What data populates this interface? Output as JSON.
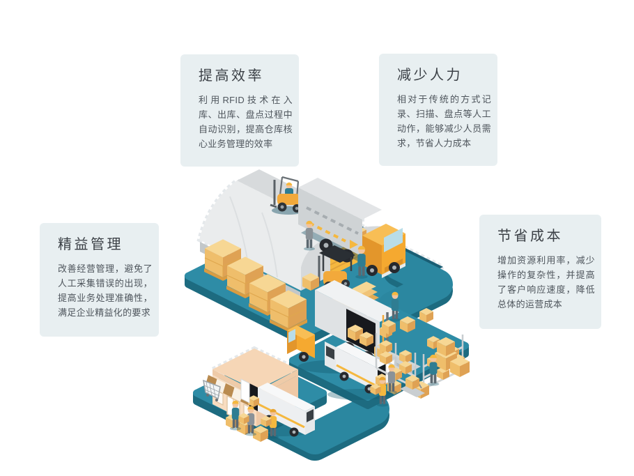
{
  "cards": [
    {
      "id": "improve-efficiency",
      "title": "提高效率",
      "body": "利用RFID技术在入库、出库、盘点过程中自动识别，提高仓库核心业务管理的效率"
    },
    {
      "id": "reduce-manpower",
      "title": "减少人力",
      "body": "相对于传统的方式记录、扫描、盘点等人工动作，能够减少人员需求，节省人力成本"
    },
    {
      "id": "lean-management",
      "title": "精益管理",
      "body": "改善经营管理，避免了人工采集错误的出现，提高业务处理准确性，满足企业精益化的要求"
    },
    {
      "id": "save-cost",
      "title": "节省成本",
      "body": "增加资源利用率，减少操作的复杂性，并提高了客户响应速度，降低总体的运营成本"
    }
  ],
  "illustration": {
    "name": "isometric-warehouse-logistics-scene",
    "components": [
      "warehouse-building",
      "cargo-truck",
      "box-truck",
      "forklifts",
      "pallet-box-stacks",
      "storage-racks",
      "delivery-vans",
      "retail-store",
      "warehouse-workers",
      "connecting-roads",
      "shopping-basket",
      "weighing-scale"
    ],
    "palette": {
      "platform_teal": "#2E8CA6",
      "platform_side": "#1D6B80",
      "road_teal": "#2B87A0",
      "dark_strip": "#1A5E74",
      "accent_orange": "#F2A93B",
      "box_yellow_top": "#F7D794",
      "box_yellow_left": "#EFBE6B",
      "box_yellow_right": "#DFA254",
      "grey_light": "#EAECED",
      "grey_mid": "#D6D9DB",
      "store_peach": "#F8DCC0",
      "awning_brown": "#B98B50",
      "white": "#FFFFFF"
    }
  },
  "style": {
    "page_background": "#FFFFFF",
    "card_background": "#E8EFF1",
    "title_color": "#3B4046",
    "body_color": "#4E555C"
  }
}
